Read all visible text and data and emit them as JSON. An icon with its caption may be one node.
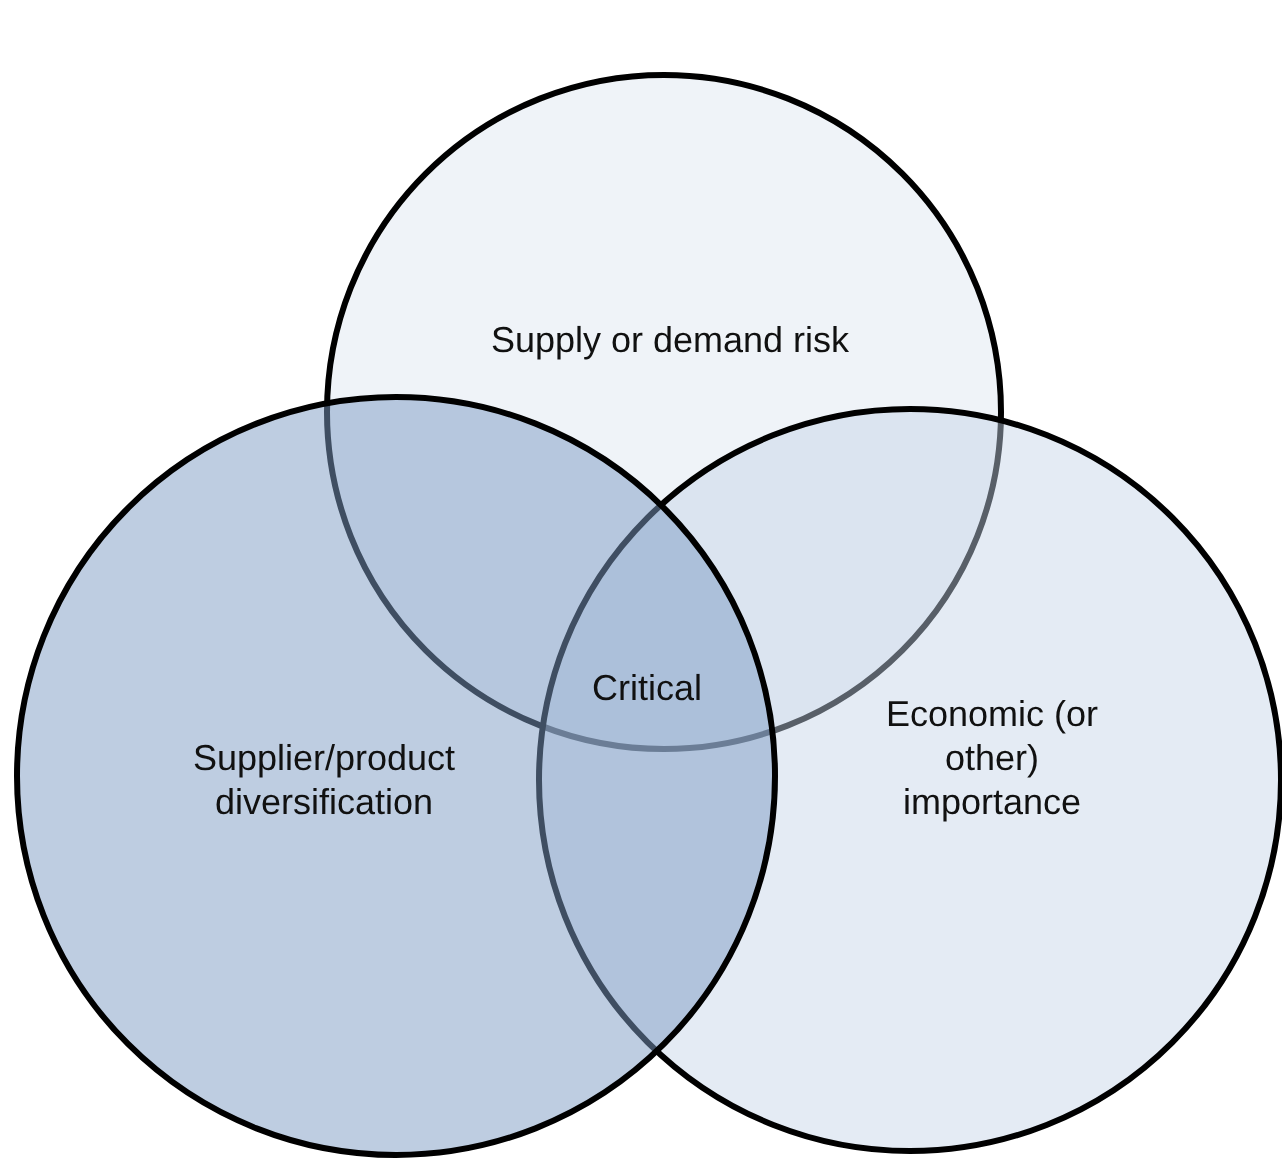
{
  "diagram": {
    "nodes": [
      {
        "text": [
          "Supply or demand risk"
        ]
      },
      {
        "text": [
          "Supplier/product diversification"
        ]
      },
      {
        "text": [
          "Economic (or other) importance"
        ]
      }
    ],
    "labels": [
      "Critical"
    ]
  }
}
